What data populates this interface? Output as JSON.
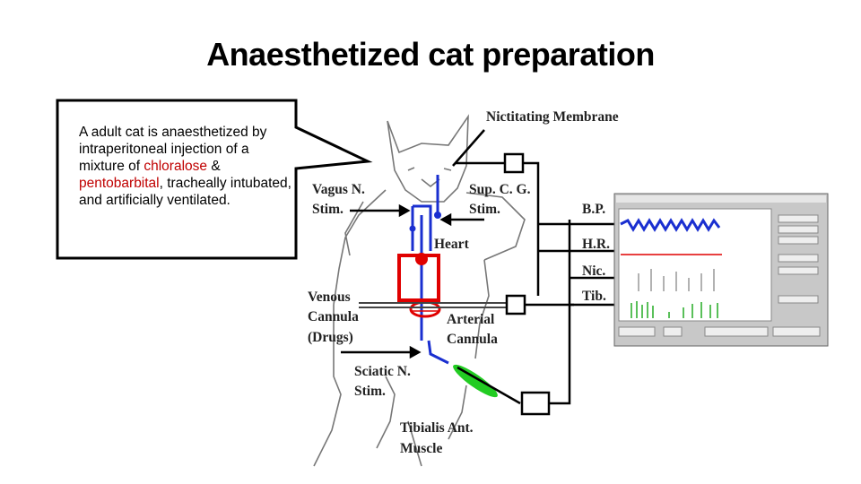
{
  "title": "Anaesthetized cat preparation",
  "callout": {
    "line1": "A adult cat is anaesthetized by intraperitoneal injection of a mixture of ",
    "drug1": "chloralose",
    "mid": " & ",
    "drug2": "pentobarbital",
    "line2": ", tracheally intubated, and artificially ventilated."
  },
  "labels": {
    "nictitating": "Nictitating Membrane",
    "vagus": "Vagus N.",
    "vagus_stim": "Stim.",
    "sup_cg": "Sup. C. G.",
    "sup_cg_stim": "Stim.",
    "heart": "Heart",
    "venous": "Venous",
    "cannula": "Cannula",
    "drugs": "(Drugs)",
    "arterial": "Arterial",
    "arterial_cannula": "Cannula",
    "sciatic": "Sciatic N.",
    "sciatic_stim": "Stim.",
    "tibialis": "Tibialis Ant.",
    "muscle": "Muscle",
    "bp": "B.P.",
    "hr": "H.R.",
    "nic": "Nic.",
    "tib": "Tib."
  },
  "colors": {
    "nerve": "#1a2fd0",
    "heart": "#e00000",
    "muscle": "#22cc22",
    "callout_red": "#c00000"
  },
  "icons": [
    "cat-outline",
    "stimulator-box",
    "recording-window"
  ]
}
